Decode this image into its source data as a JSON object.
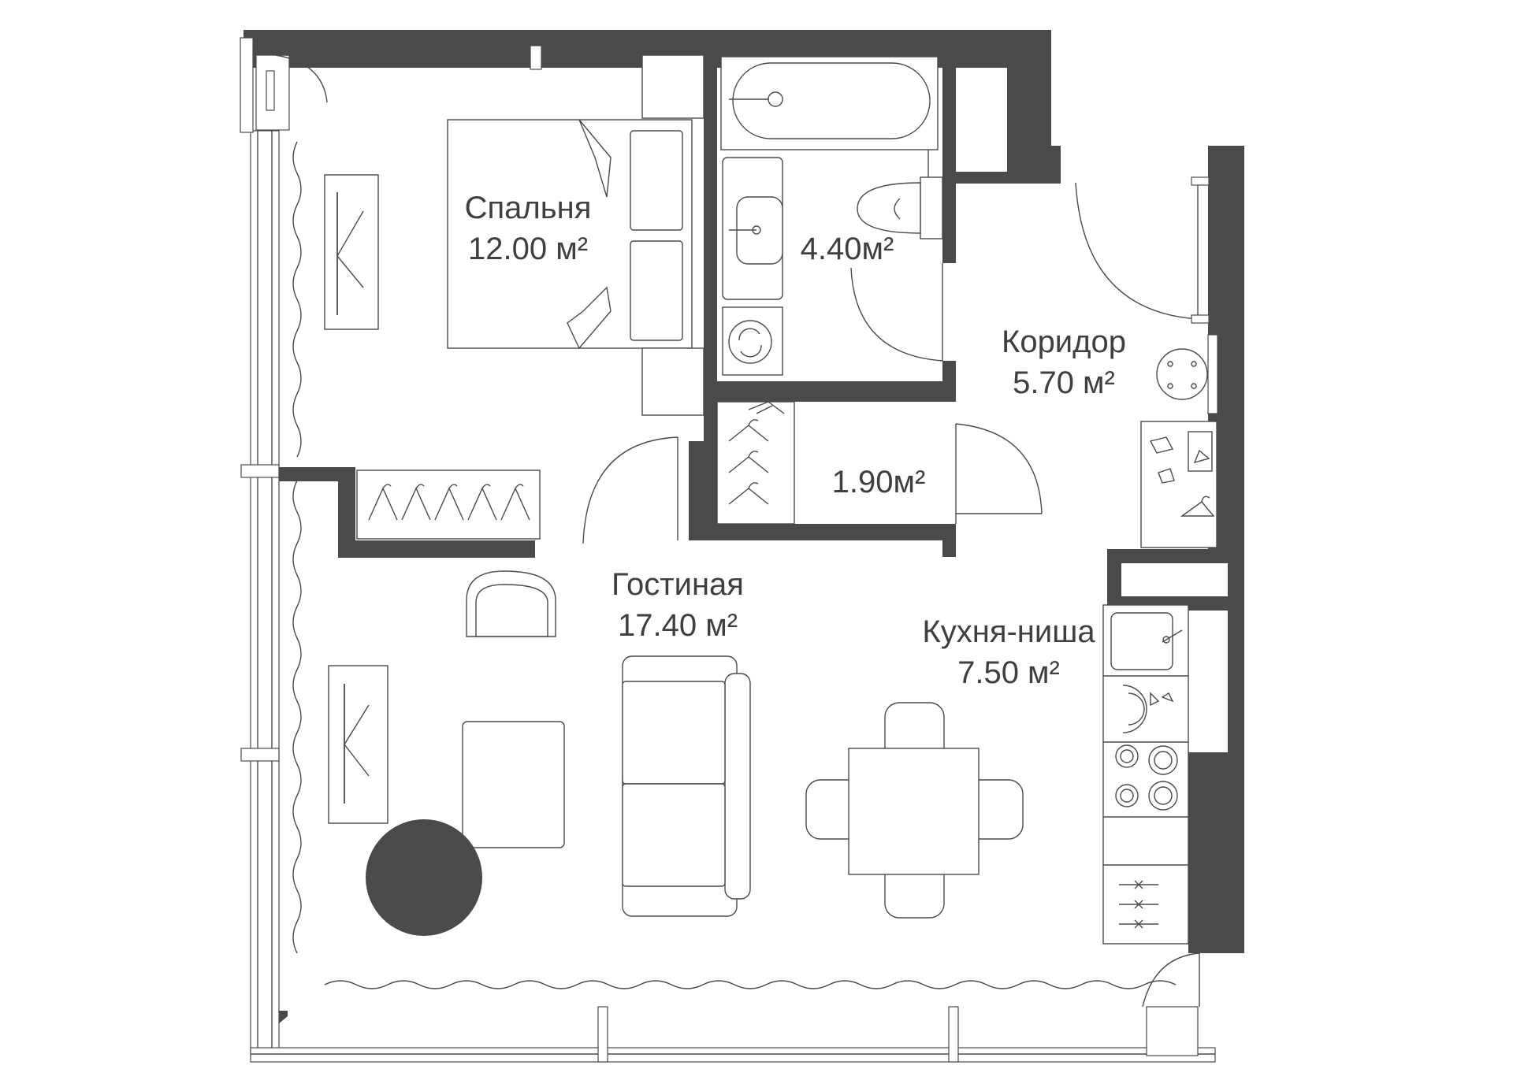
{
  "rooms": {
    "bedroom": {
      "name": "Спальня",
      "area": "12.00 м²"
    },
    "bathroom": {
      "name": "",
      "area": "4.40м²"
    },
    "corridor": {
      "name": "Коридор",
      "area": "5.70 м²"
    },
    "closet": {
      "name": "",
      "area": "1.90м²"
    },
    "living": {
      "name": "Гостиная",
      "area": "17.40 м²"
    },
    "kitchen": {
      "name": "Кухня-ниша",
      "area": "7.50 м²"
    }
  },
  "colors": {
    "wall": "#4a4a4a",
    "background": "#ffffff",
    "label": "#3f3f3f"
  },
  "icons": [
    "bathtub-icon",
    "toilet-icon",
    "sink-icon",
    "washing-machine-icon",
    "bed-icon",
    "wardrobe-hanger-icon",
    "armchair-icon",
    "sofa-icon",
    "dining-table-icon",
    "stove-icon",
    "kitchen-sink-icon",
    "round-table-icon",
    "curtain-icon",
    "door-icon"
  ]
}
